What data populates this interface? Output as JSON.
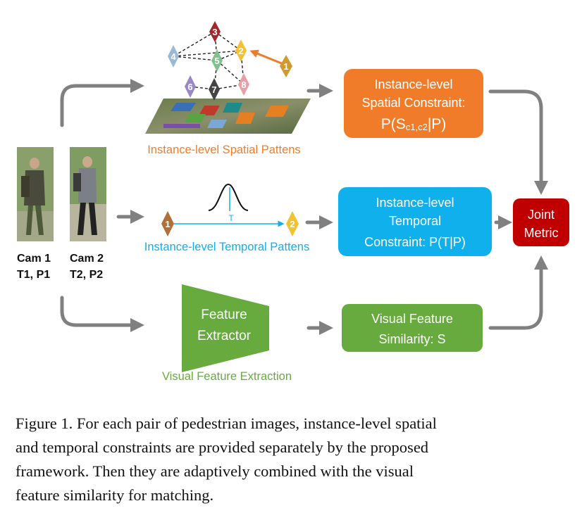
{
  "cameras": {
    "cam1": {
      "name": "Cam 1",
      "sub": "T1, P1"
    },
    "cam2": {
      "name": "Cam 2",
      "sub": "T2, P2"
    }
  },
  "spatial": {
    "pattern_label": "Instance-level Spatial Pattens",
    "box_line1": "Instance-level",
    "box_line2": "Spatial Constraint:",
    "box_formula_prefix": "P(S",
    "box_formula_sub": "c1,c2",
    "box_formula_suffix": "|P)",
    "nodes": [
      "1",
      "2",
      "3",
      "4",
      "5",
      "6",
      "7",
      "8"
    ]
  },
  "temporal": {
    "pattern_label": "Instance-level Temporal Pattens",
    "t_label": "T",
    "node_start": "1",
    "node_end": "2",
    "box_line1": "Instance-level",
    "box_line2": "Temporal",
    "box_line3": "Constraint: P(T|P)"
  },
  "visual": {
    "extractor_line1": "Feature",
    "extractor_line2": "Extractor",
    "extraction_label": "Visual Feature Extraction",
    "box_line1": "Visual Feature",
    "box_line2": "Similarity: S"
  },
  "joint": {
    "line1": "Joint",
    "line2": "Metric"
  },
  "caption": {
    "line1": "Figure 1. For each pair of pedestrian images, instance-level spatial",
    "line2": "and temporal constraints are provided separately by the proposed",
    "line3": "framework.  Then they are adaptively combined with the visual",
    "line4": "feature similarity for matching."
  },
  "colors": {
    "orange": "#f07c2a",
    "blue": "#0fb0ec",
    "green": "#67ab3f",
    "red": "#c00000",
    "arrow": "#808080"
  }
}
